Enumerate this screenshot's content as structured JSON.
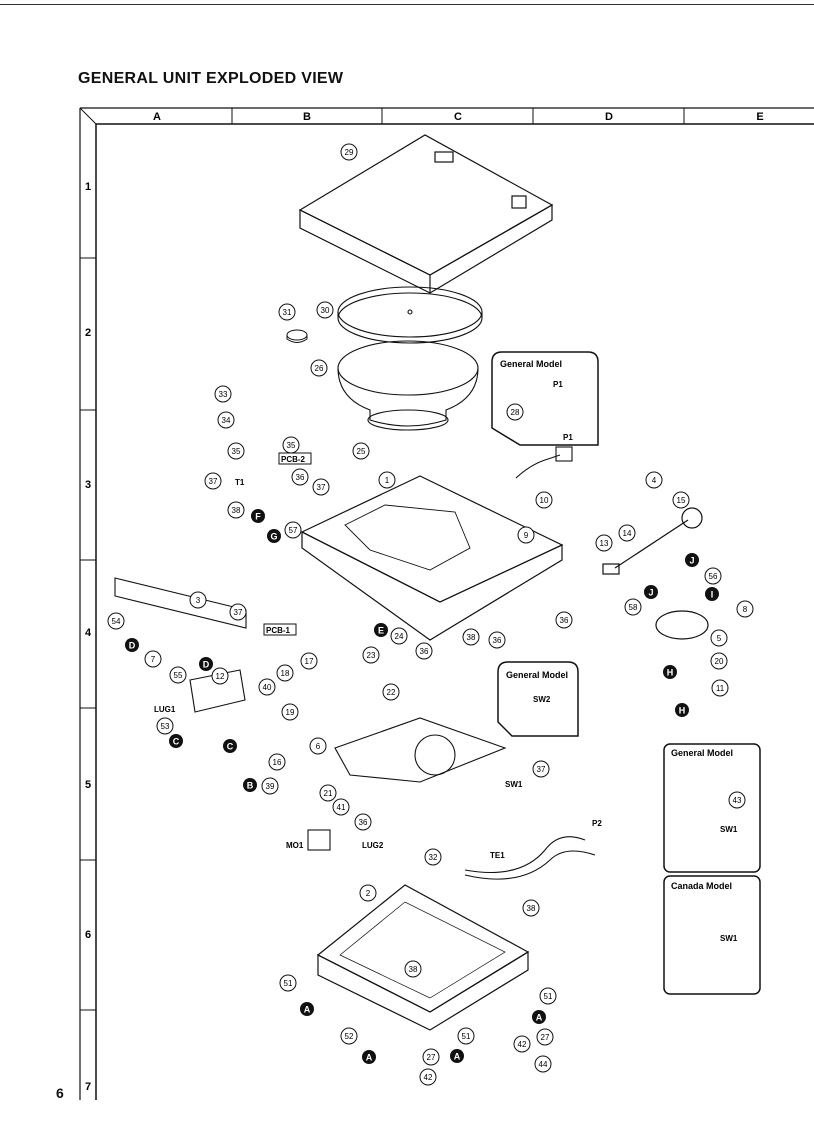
{
  "page": {
    "title": "GENERAL UNIT EXPLODED VIEW",
    "number": "6"
  },
  "grid": {
    "columns": [
      "A",
      "B",
      "C",
      "D",
      "E"
    ],
    "rows": [
      "1",
      "2",
      "3",
      "4",
      "5",
      "6",
      "7"
    ]
  },
  "callouts": [
    "29",
    "30",
    "31",
    "26",
    "25",
    "33",
    "34",
    "35",
    "35",
    "37",
    "36",
    "37",
    "38",
    "57",
    "1",
    "28",
    "10",
    "9",
    "4",
    "15",
    "14",
    "13",
    "56",
    "58",
    "8",
    "5",
    "20",
    "11",
    "3",
    "54",
    "37",
    "7",
    "55",
    "12",
    "40",
    "18",
    "17",
    "19",
    "24",
    "23",
    "22",
    "38",
    "36",
    "36",
    "36",
    "53",
    "16",
    "39",
    "6",
    "21",
    "41",
    "36",
    "37",
    "32",
    "2",
    "38",
    "38",
    "51",
    "51",
    "52",
    "51",
    "27",
    "27",
    "42",
    "42",
    "44",
    "43"
  ],
  "letter_markers": [
    "F",
    "G",
    "D",
    "D",
    "C",
    "C",
    "B",
    "E",
    "J",
    "J",
    "I",
    "H",
    "H",
    "A",
    "A",
    "A",
    "A"
  ],
  "text_labels": {
    "pcb2": "PCB-2",
    "pcb1": "PCB-1",
    "t1": "T1",
    "lug1": "LUG1",
    "lug2": "LUG2",
    "mo1": "MO1",
    "p1_inset": "P1",
    "p1": "P1",
    "p2": "P2",
    "te1": "TE1",
    "sw1_main": "SW1",
    "sw2": "SW2",
    "sw1_general": "SW1",
    "sw1_canada": "SW1"
  },
  "insets": {
    "general_model_plug": "General Model",
    "general_model_sw2": "General Model",
    "general_model_sw1": "General Model",
    "canada_model": "Canada Model"
  },
  "colors": {
    "line": "#111111",
    "background": "#ffffff"
  }
}
